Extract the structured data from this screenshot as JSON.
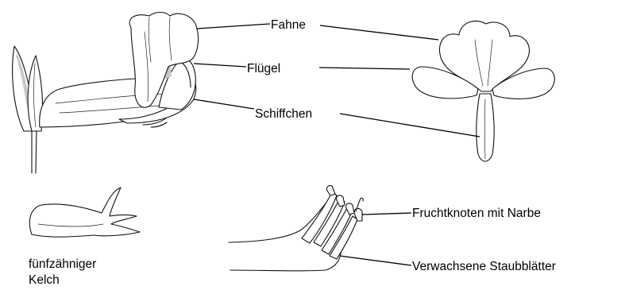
{
  "labels": {
    "fahne": "Fahne",
    "fluegel": "Flügel",
    "schiffchen": "Schiffchen",
    "fruchtknoten": "Fruchtknoten mit Narbe",
    "staubblaetter": "Verwachsene Staubblätter",
    "kelch_line1": "fünfzähniger",
    "kelch_line2": "Kelch"
  }
}
